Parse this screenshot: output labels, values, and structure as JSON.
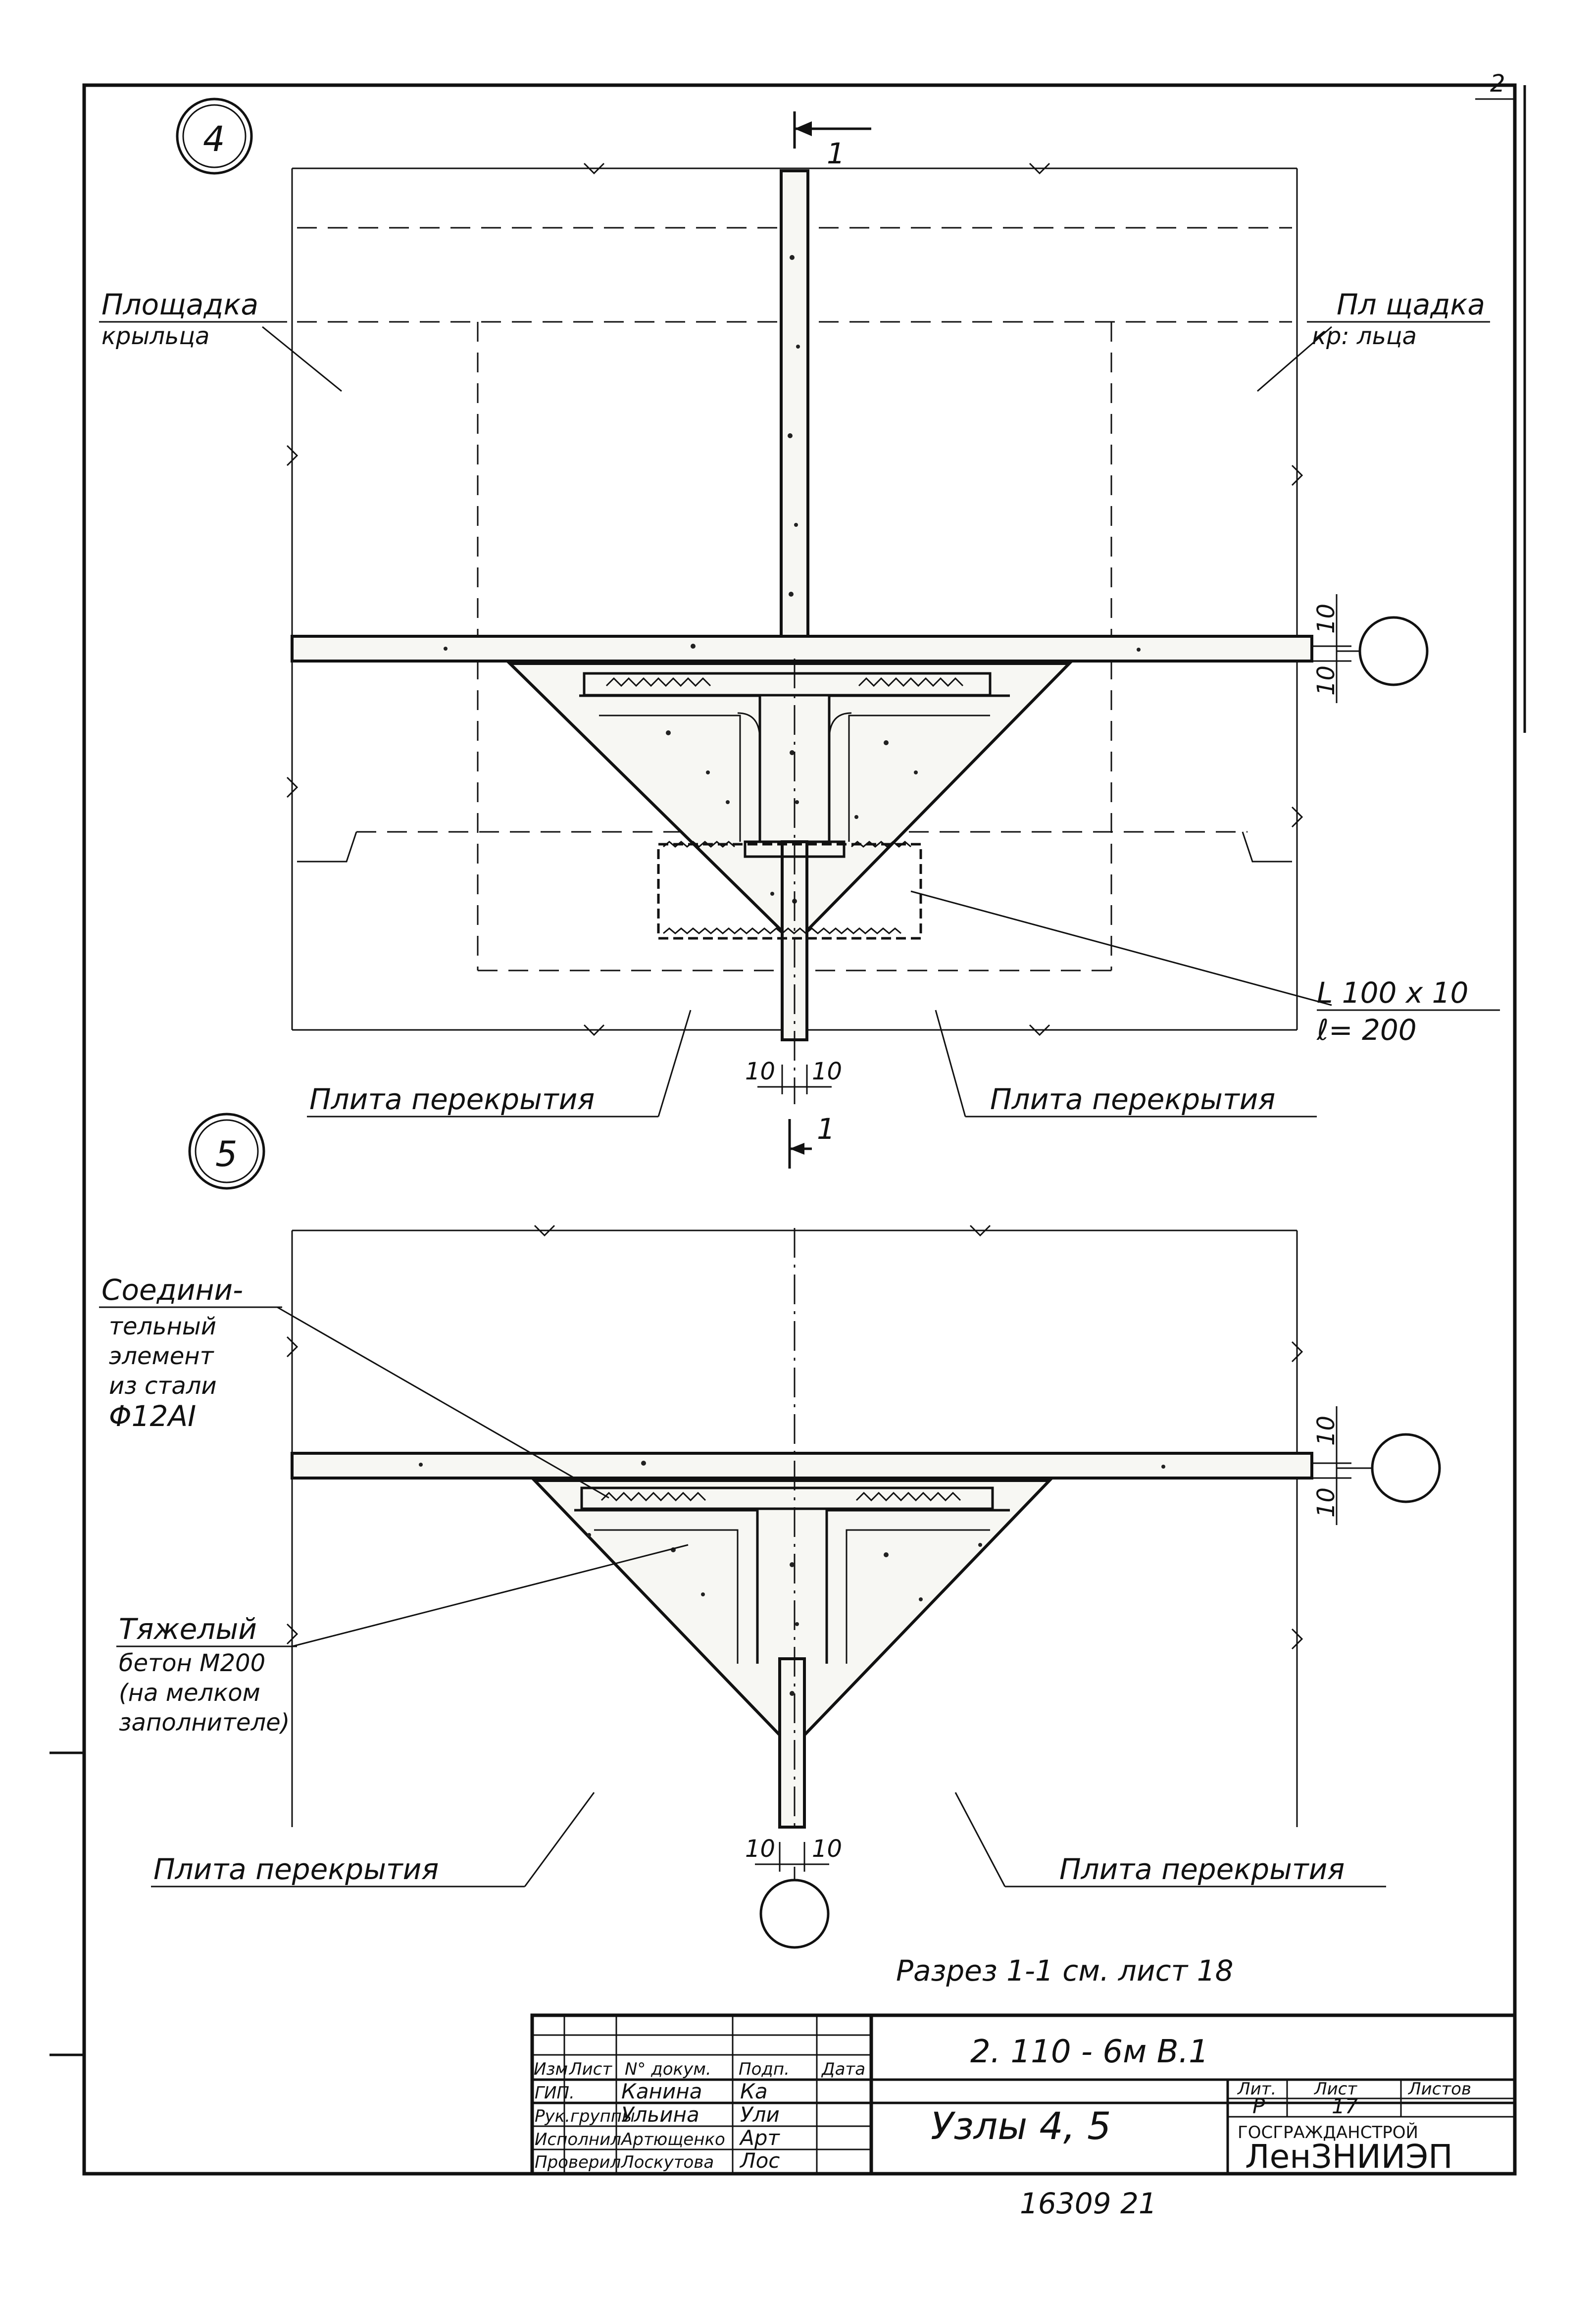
{
  "sheet": {
    "corner_mark": "2",
    "stamp_number": "16309 21"
  },
  "node4": {
    "number": "4",
    "label_left_line1": "Площадка",
    "label_left_line2": "крыльца",
    "label_right_line1": "Пл  щадка",
    "label_right_line2": "кр: льца",
    "label_slab_left": "Плита  перекрытия",
    "label_slab_right": "Плита  перекрытия",
    "angle_line1": "L 100 x 10",
    "angle_line2": "ℓ= 200",
    "dim_top": "10",
    "dim_bottom": "10",
    "dim_gap_left": "10",
    "dim_gap_right": "10",
    "section_mark": "1"
  },
  "node5": {
    "number": "5",
    "connector_line1": "Соедини-",
    "connector_line2": "тельный",
    "connector_line3": "элемент",
    "connector_line4": "из стали",
    "connector_line5": "Φ12AI",
    "concrete_line1": "Тяжелый",
    "concrete_line2": "бетон М200",
    "concrete_line3": "(на мелком",
    "concrete_line4": "заполнителе)",
    "label_slab_left": "Плита  перекрытия",
    "label_slab_right": "Плита  перекрытия",
    "dim_top": "10",
    "dim_bottom": "10",
    "dim_gap_left": "10",
    "dim_gap_right": "10",
    "section_note": "Разрез  1-1  см.  лист  18"
  },
  "title_block": {
    "doc_code": "2. 110 - 6м   В.1",
    "sheet_title": "Узлы 4, 5",
    "col_izm": "Изм",
    "col_list": "Лист",
    "col_doc": "N° докум.",
    "col_sign": "Подп.",
    "col_date": "Дата",
    "rows": [
      {
        "role": "ГИП.",
        "name": "Канина",
        "sign": "Ка"
      },
      {
        "role": "Рук.группы",
        "name": "Ульина",
        "sign": "Ули"
      },
      {
        "role": "Исполнил",
        "name": "Артющенко",
        "sign": "Арт"
      },
      {
        "role": "Проверил",
        "name": "Лоскутова",
        "sign": "Лос"
      }
    ],
    "hdr_lit": "Лит.",
    "hdr_sheet": "Лист",
    "hdr_sheets": "Листов",
    "val_lit": "Р",
    "val_sheet": "17",
    "val_sheets": "",
    "org1": "ГОСГРАЖДАНСТРОЙ",
    "org2": "ЛенЗНИИЭП"
  }
}
